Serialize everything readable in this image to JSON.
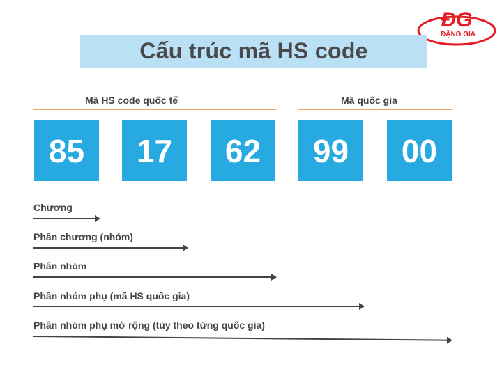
{
  "title": "Cấu trúc mã HS code",
  "logo": {
    "mark": "ĐG",
    "text": "ĐẶNG GIA",
    "color": "#e31e24"
  },
  "groups": {
    "international": "Mã HS code quốc tế",
    "national": "Mã quốc gia"
  },
  "codes": [
    "85",
    "17",
    "62",
    "99",
    "00"
  ],
  "levels": [
    "Chương",
    "Phân chương (nhóm)",
    "Phân nhóm",
    "Phân nhóm phụ (mã HS quốc gia)",
    "Phân nhóm phụ mở rộng (tùy theo từng quốc gia)"
  ],
  "colors": {
    "box": "#27a9e1",
    "title_bg": "#b9e0f5",
    "divider": "#f4a460"
  }
}
